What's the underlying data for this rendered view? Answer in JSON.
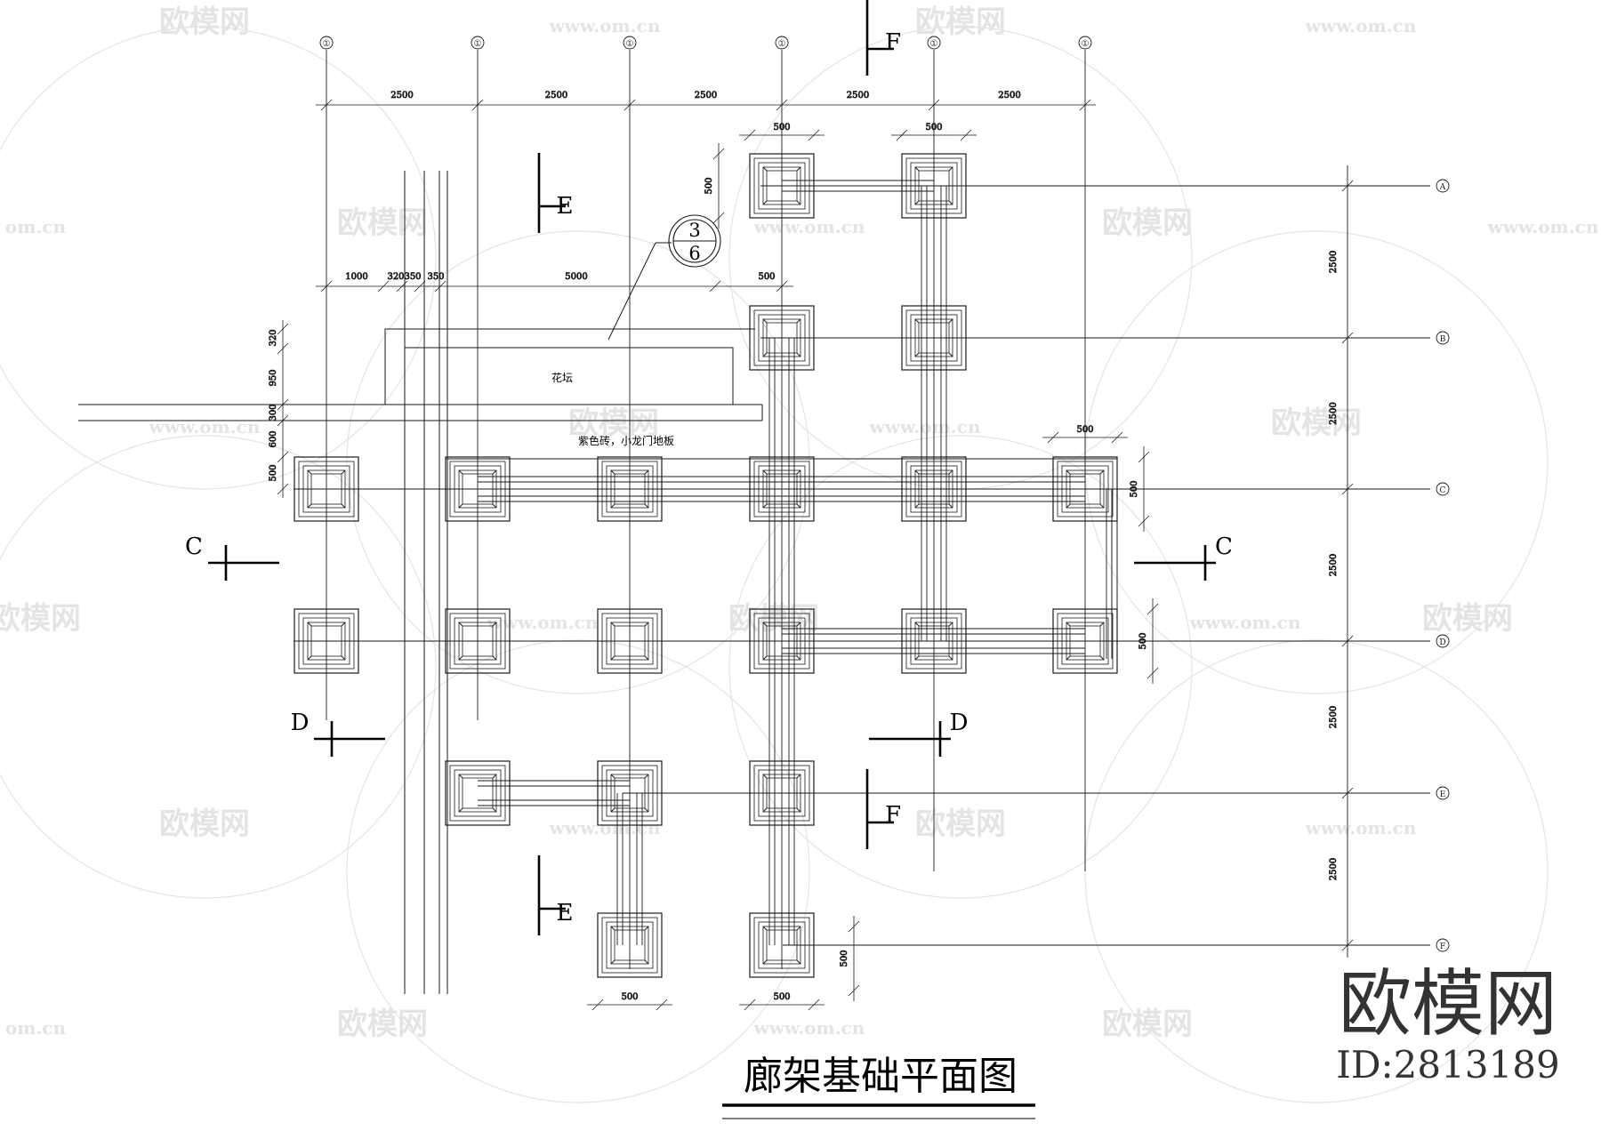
{
  "title": "廊架基础平面图",
  "brand": {
    "name": "欧模网",
    "id": "ID:2813189"
  },
  "watermark": {
    "logo_text": "欧模网",
    "url_text": "www.om.cn",
    "url_short": "om.cn"
  },
  "axes": {
    "column_labels": [
      "①",
      "①",
      "①",
      "①",
      "①",
      "①"
    ],
    "row_labels": [
      "A",
      "B",
      "C",
      "D",
      "E",
      "F"
    ]
  },
  "dimensions": {
    "top_spacing": [
      "2500",
      "2500",
      "2500",
      "2500",
      "2500"
    ],
    "right_spacing": [
      "2500",
      "2500",
      "2500",
      "2500",
      "2500"
    ],
    "secondary": [
      "1000",
      "320",
      "350",
      "350",
      "5000",
      "500"
    ],
    "left_vertical": [
      "320",
      "950",
      "300",
      "600",
      "500"
    ],
    "footing_size": "500"
  },
  "section_marks": [
    "C",
    "C",
    "D",
    "D",
    "E",
    "E",
    "F",
    "F"
  ],
  "detail_callout": {
    "top": "3",
    "bottom": "6"
  },
  "annotations": {
    "flower_bed": "花坛",
    "paving_note": "紫色砖，小龙门地板"
  },
  "colors": {
    "line": "#1a1a1a",
    "background": "#ffffff",
    "watermark": "#c8c8c8"
  }
}
